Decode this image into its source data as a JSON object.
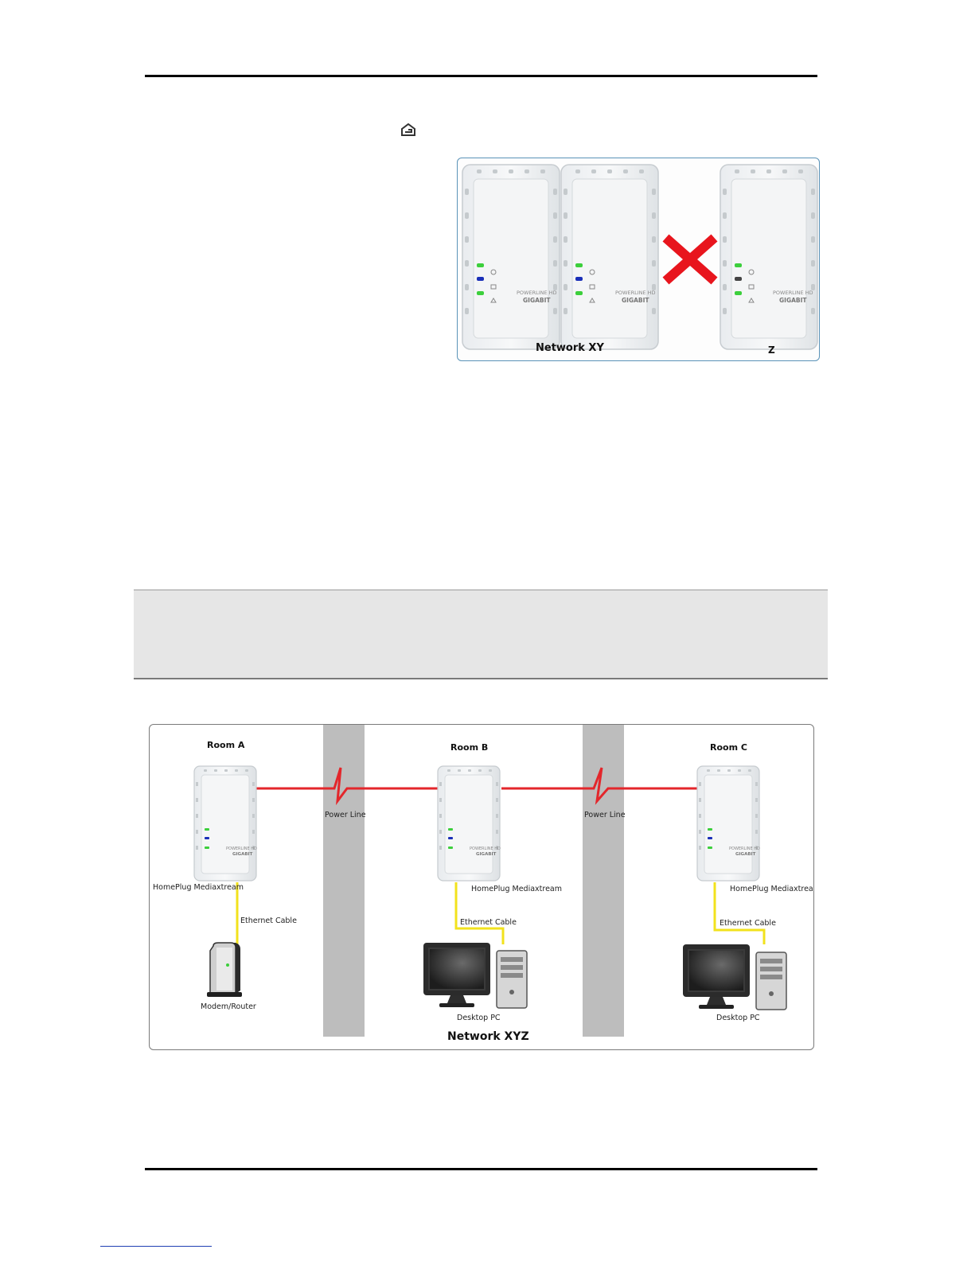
{
  "top_figure": {
    "left_network_label": "Network XY",
    "right_network_label": "Z",
    "device_brand_line1": "POWERLINE HD",
    "device_brand_line2": "GIGABIT"
  },
  "bottom_figure": {
    "rooms": [
      "Room A",
      "Room B",
      "Room C"
    ],
    "power_line_label": "Power Line",
    "adapter_label": "HomePlug Mediaxtream",
    "cable_label": "Ethernet Cable",
    "modem_label": "Modem/Router",
    "pc_label": "Desktop PC",
    "network_label": "Network XYZ",
    "device_brand_line1": "POWERLINE HD",
    "device_brand_line2": "GIGABIT"
  },
  "colors": {
    "power_line": "#e3262b",
    "ethernet": "#f2e21c",
    "x_mark": "#e8151d",
    "led_green": "#3ccf3c",
    "led_blue": "#1a2fb8"
  }
}
